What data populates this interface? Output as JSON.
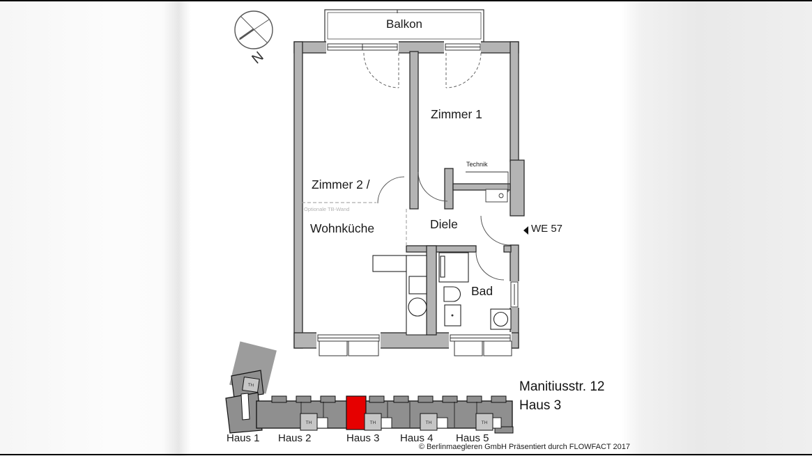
{
  "page": {
    "copyright": "© Berlinmaegleren GmbH Präsentiert durch FLOWFACT 2017"
  },
  "compass": {
    "north_label": "N"
  },
  "floorplan": {
    "balcony_label": "Balkon",
    "rooms": {
      "zimmer1": "Zimmer 1",
      "zimmer2": "Zimmer 2 /",
      "wohnkueche": "Wohnküche",
      "diele": "Diele",
      "bad": "Bad",
      "technik": "Technik"
    },
    "annotations": {
      "optional_wall_note": "Optionale TB-Wand",
      "unit_marker": "WE 57"
    },
    "colors": {
      "wall_fill": "#b4b4b4",
      "line": "#2b2b2b"
    }
  },
  "siteplan": {
    "address_line1": "Manitiusstr. 12",
    "address_line2": "Haus 3",
    "th_label": "TH",
    "houses": [
      {
        "label": "Haus 1"
      },
      {
        "label": "Haus 2"
      },
      {
        "label": "Haus 3"
      },
      {
        "label": "Haus 4"
      },
      {
        "label": "Haus 5"
      }
    ],
    "highlight_color": "#e60000",
    "building_color": "#8f8f8f",
    "stairwell_color": "#c6c6c6"
  }
}
